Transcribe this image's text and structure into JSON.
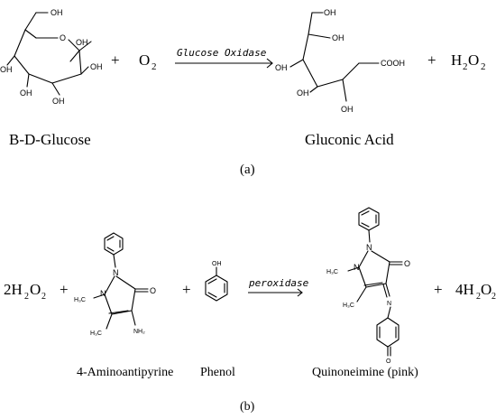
{
  "panel_a": {
    "caption": "(a)",
    "enzyme": "Glucose Oxidase",
    "plus_1": "+",
    "plus_2": "+",
    "oxygen": "O",
    "oxygen_sub": "2",
    "peroxide": "H",
    "peroxide_sub": "2",
    "peroxide_o": "O",
    "peroxide_o_sub": "2",
    "glucose_name": "B-D-Glucose",
    "gluconic_name": "Gluconic Acid",
    "glucose_groups": {
      "oh1": "OH",
      "ring_o": "O",
      "oh2": "OH",
      "oh3": "OH",
      "oh4": "OH",
      "oh5": "OH"
    },
    "gluconic_groups": {
      "oh1": "OH",
      "oh2": "OH",
      "oh3": "OH",
      "oh4": "OH",
      "oh5": "OH",
      "cooh": "COOH"
    }
  },
  "panel_b": {
    "caption": "(b)",
    "enzyme": "peroxidase",
    "reactant_coef": "2H",
    "reactant_sub": "2",
    "reactant_o": "O",
    "reactant_o_sub": "2",
    "product_coef": "4H",
    "product_sub": "2",
    "product_o": "O",
    "product_o_sub": "2",
    "plus_1": "+",
    "plus_2": "+",
    "plus_3": "+",
    "aminoantipyrine_name": "4-Aminoantipyrine",
    "phenol_name": "Phenol",
    "quinoneimine_name": "Quinoneimine (pink)",
    "aap_groups": {
      "n1": "N",
      "n2": "N",
      "methyl_n": "H₃C",
      "o": "O",
      "methyl_c": "H₃C",
      "nh2": "NH₂"
    },
    "phenol_groups": {
      "oh": "OH"
    },
    "qi_groups": {
      "n1": "N",
      "n2": "N",
      "methyl_n": "H₃C",
      "o": "O",
      "methyl_c": "H₃C",
      "n_imine": "N",
      "o_quinone": "O"
    }
  }
}
